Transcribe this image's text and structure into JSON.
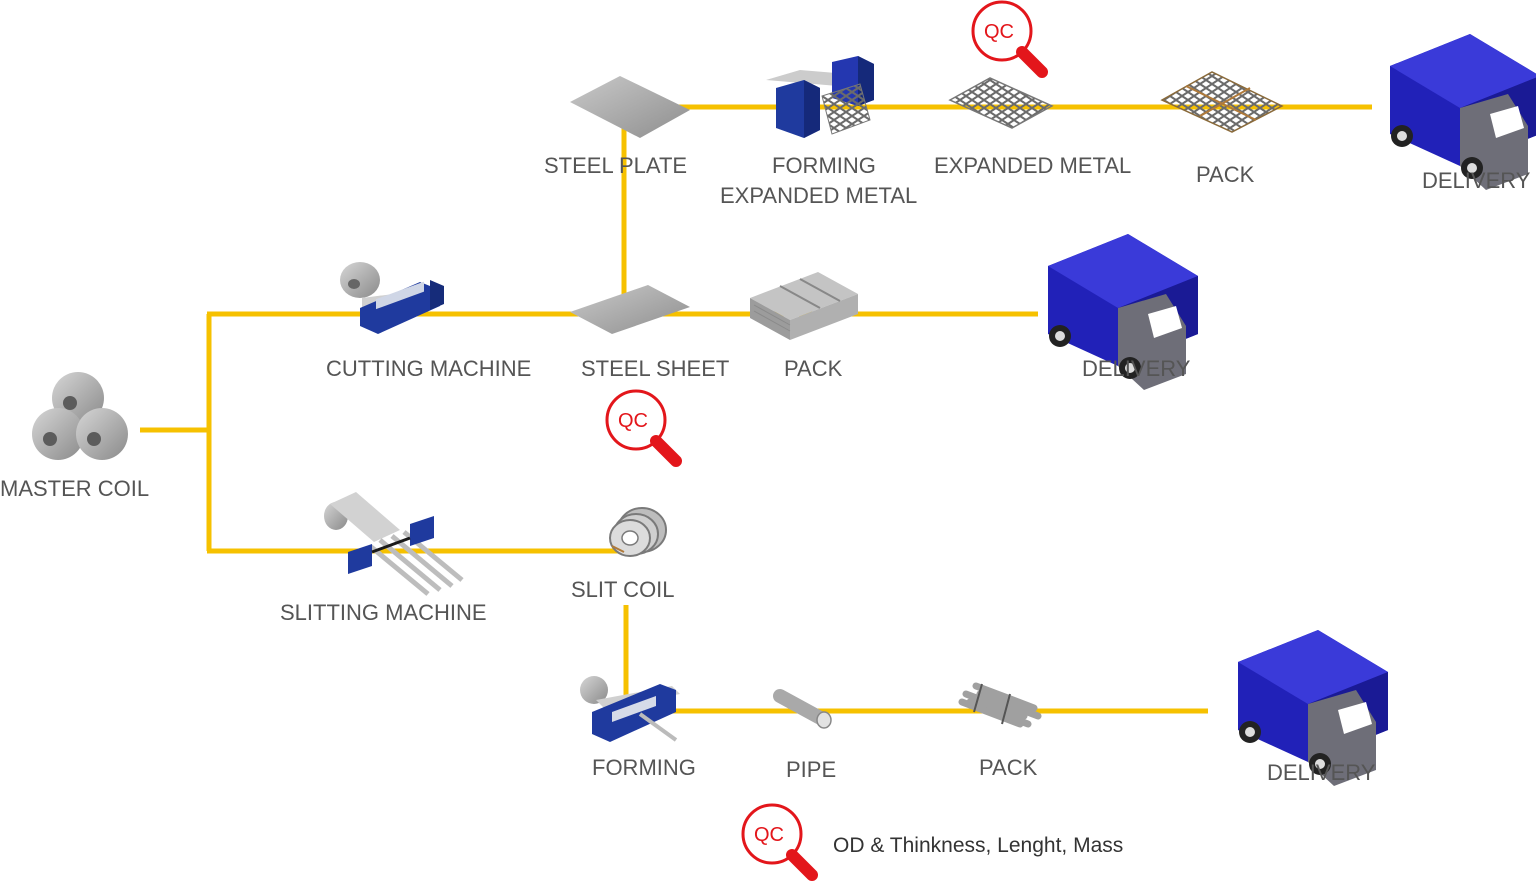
{
  "labels": {
    "master_coil": "MASTER COIL",
    "cutting_machine": "CUTTING MACHINE",
    "steel_sheet": "STEEL SHEET",
    "pack_sheet": "PACK",
    "delivery_sheet": "DELIVERY",
    "steel_plate": "STEEL PLATE",
    "forming_expanded_line1": "FORMING",
    "forming_expanded_line2": "EXPANDED METAL",
    "expanded_metal": "EXPANDED METAL",
    "pack_expanded": "PACK",
    "delivery_expanded": "DELIVERY",
    "slitting_machine": "SLITTING MACHINE",
    "slit_coil": "SLIT COIL",
    "forming": "FORMING",
    "pipe": "PIPE",
    "pack_pipe": "PACK",
    "delivery_pipe": "DELIVERY"
  },
  "qc": {
    "badge_text": "QC",
    "note": "OD & Thinkness, Lenght, Mass"
  },
  "colors": {
    "flow_line": "#f6c100",
    "machine_blue": "#1f3a9e",
    "truck_blue": "#2121b8",
    "truck_gray": "#6e6e78",
    "qc_red": "#e3161b",
    "steel_gray": "#9a9a9a"
  },
  "icons": [
    "coil-stack-icon",
    "cutting-machine-icon",
    "steel-sheet-icon",
    "sheet-pack-icon",
    "truck-icon",
    "steel-plate-icon",
    "forming-press-icon",
    "expanded-metal-icon",
    "expanded-pack-icon",
    "slitting-machine-icon",
    "slit-coil-icon",
    "pipe-forming-icon",
    "pipe-icon",
    "pipe-bundle-icon",
    "qc-magnifier-icon"
  ]
}
